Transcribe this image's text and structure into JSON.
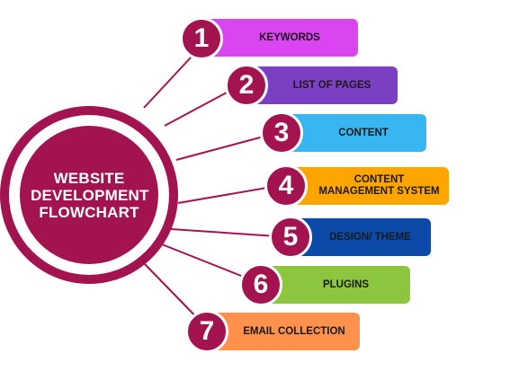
{
  "hub": {
    "title": "WEBSITE\nDEVELOPMENT\nFLOWCHART"
  },
  "colors": {
    "hub": "#A3134F",
    "line": "#A3134F"
  },
  "steps": [
    {
      "number": "1",
      "label": "KEYWORDS",
      "color": "#D946EF",
      "text_color": "#1a1a1a"
    },
    {
      "number": "2",
      "label": "LIST OF PAGES",
      "color": "#7B3FC4",
      "text_color": "#1a1a1a"
    },
    {
      "number": "3",
      "label": "CONTENT",
      "color": "#38B6F2",
      "text_color": "#1a1a1a"
    },
    {
      "number": "4",
      "label": "CONTENT\nMANAGEMENT SYSTEM",
      "color": "#FFA500",
      "text_color": "#1a1a1a"
    },
    {
      "number": "5",
      "label": "DESIGN/ THEME",
      "color": "#0B4AA8",
      "text_color": "#1a1a1a"
    },
    {
      "number": "6",
      "label": "PLUGINS",
      "color": "#8CC63F",
      "text_color": "#1a1a1a"
    },
    {
      "number": "7",
      "label": "EMAIL COLLECTION",
      "color": "#FF914D",
      "text_color": "#1a1a1a"
    }
  ]
}
